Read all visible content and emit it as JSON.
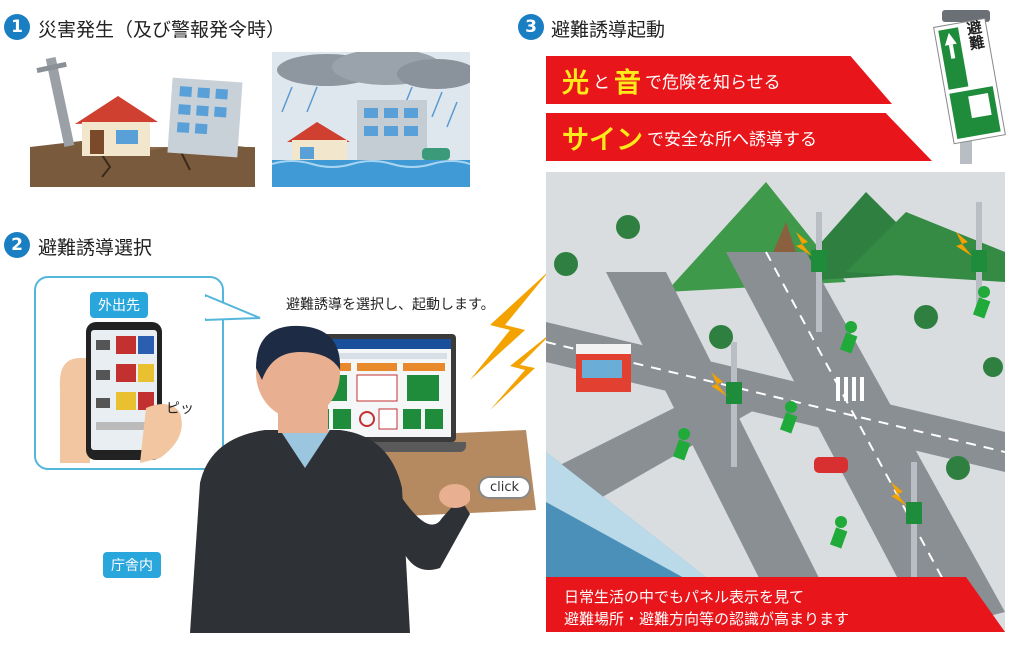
{
  "section1": {
    "num": "1",
    "title": "災害発生（及び警報発令時）"
  },
  "section2": {
    "num": "2",
    "title": "避難誘導選択"
  },
  "section3": {
    "num": "3",
    "title": "避難誘導起動"
  },
  "banner1": {
    "big1": "光",
    "mid": "と",
    "big2": "音",
    "rest": "で危険を知らせる"
  },
  "banner2": {
    "big": "サイン",
    "rest": "で安全な所へ誘導する"
  },
  "phone_panel": {
    "label": "外出先",
    "beep": "ピッ"
  },
  "operator": {
    "instruction": "避難誘導を選択し、起動します。",
    "click": "click",
    "office": "庁舎内"
  },
  "caption": {
    "line1": "日常生活の中でもパネル表示を見て",
    "line2": "避難場所・避難方向等の認識が高まります"
  },
  "sign": {
    "text": "避難"
  },
  "colors": {
    "accent_blue": "#1a7ec2",
    "banner_red": "#e8151b",
    "banner_highlight": "#ffeb1a",
    "exit_green": "#1e8c3a"
  }
}
